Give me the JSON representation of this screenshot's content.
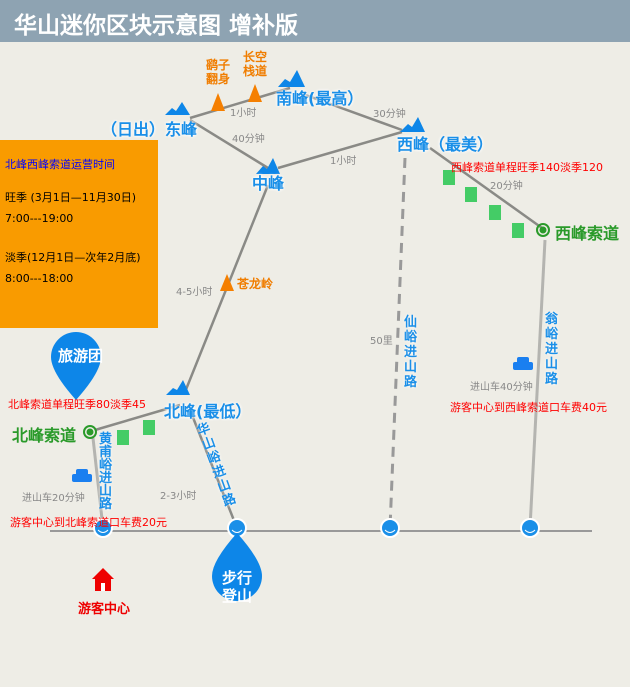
{
  "title": "华山迷你区块示意图 增补版",
  "peaks": {
    "east": "（日出）东峰",
    "south": "南峰(最高）",
    "west": "西峰（最美）",
    "middle": "中峰",
    "north": "北峰(最低）"
  },
  "spots": {
    "yaozi": "鹞子翻身",
    "changkong": "长空栈道",
    "canglong": "苍龙岭"
  },
  "times": {
    "east_south": "1小时",
    "east_middle": "40分钟",
    "south_west": "30分钟",
    "middle_west": "1小时",
    "west_cable": "20分钟",
    "middle_north": "4-5小时",
    "huashan_road": "2-3小时",
    "xianyu_distance": "50里"
  },
  "hours_box": {
    "title": "北峰西峰索道运营时间",
    "peak": "旺季 (3月1日—11月30日)",
    "peak_time": "7:00---19:00",
    "off": "淡季(12月1日—次年2月底)",
    "off_time": "8:00---18:00"
  },
  "cableways": {
    "west": "西峰索道",
    "north": "北峰索道",
    "west_price": "西峰索道单程旺季140淡季120",
    "north_price": "北峰索道单程旺季80淡季45"
  },
  "roads": {
    "xianyu": "仙峪进山路",
    "wengyu": "翁峪进山路",
    "huangfu": "黄甫峪进山路",
    "huashan": "华山峪进山路"
  },
  "buses": {
    "west_time": "进山车40分钟",
    "west_fare": "游客中心到西峰索道口车费40元",
    "north_time": "进山车20分钟",
    "north_fare": "游客中心到北峰索道口车费20元"
  },
  "pins": {
    "tour": "旅游团",
    "hike": "步行登山"
  },
  "visitor_center": "游客中心",
  "colors": {
    "path": "#888888",
    "blue": "#1a8fe8",
    "orange": "#f99b00",
    "green": "#2a9a2a",
    "red": "#ff0000"
  }
}
